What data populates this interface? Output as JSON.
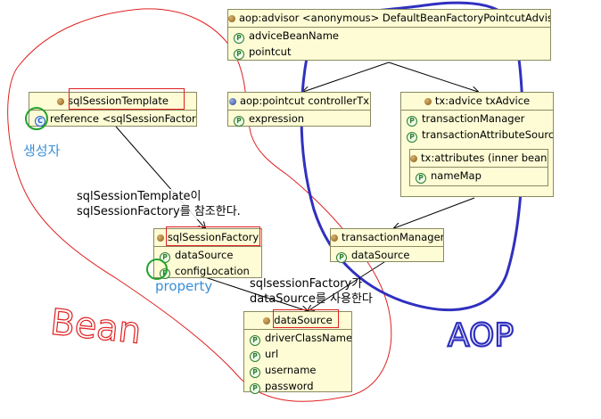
{
  "beans": {
    "advisor": {
      "title": "aop:advisor <anonymous> DefaultBeanFactoryPointcutAdvisor",
      "props": [
        "adviceBeanName",
        "pointcut"
      ]
    },
    "sqlSessionTemplate": {
      "title": "sqlSessionTemplate",
      "props": [
        "reference <sqlSessionFactory>"
      ]
    },
    "pointcut": {
      "title": "aop:pointcut controllerTx",
      "props": [
        "expression"
      ]
    },
    "txAdvice": {
      "title": "tx:advice txAdvice",
      "props": [
        "transactionManager",
        "transactionAttributeSource"
      ]
    },
    "txAttributes": {
      "title": "tx:attributes (inner bean)",
      "props": [
        "nameMap"
      ]
    },
    "sqlSessionFactory": {
      "title": "sqlSessionFactory",
      "props": [
        "dataSource",
        "configLocation"
      ]
    },
    "transactionManager": {
      "title": "transactionManager",
      "props": [
        "dataSource"
      ]
    },
    "dataSource": {
      "title": "dataSource",
      "props": [
        "driverClassName",
        "url",
        "username",
        "password"
      ]
    }
  },
  "annotations": {
    "note1_line1": "sqlSessionTemplate이",
    "note1_line2": "sqlSessionFactory를 참조한다.",
    "note2_line1": "sqlsessionFactory가",
    "note2_line2": "dataSource를 사용한다",
    "constructor": "생성자",
    "property": "property",
    "bean": "Bean",
    "aop": "AOP"
  },
  "colors": {
    "bean_fill": "#fdfcd5",
    "bean_border": "#8a8a60",
    "red_annotation": "#e02020",
    "blue_annotation": "#3030c0",
    "green_circle": "#22a22a",
    "light_blue_text": "#3a8fd6"
  }
}
